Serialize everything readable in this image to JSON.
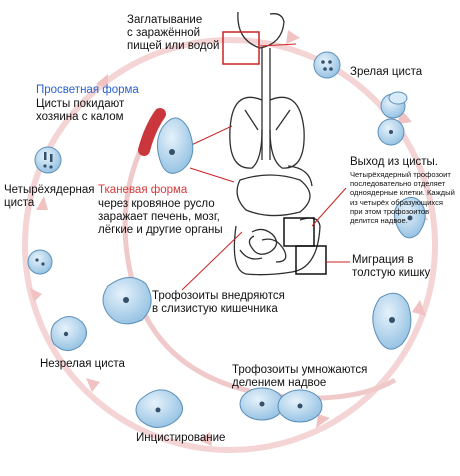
{
  "labels": {
    "swallow": "Заглатывание\nс заражённой\nпищей или водой",
    "mature_cyst": "Зрелая циста",
    "luminal_title": "Просветная форма",
    "luminal_text": "Цисты покидают\nхозяина с калом",
    "tissue_title": "Тканевая форма",
    "tissue_text": "через кровяное русло\nзаражает печень, мозг,\nлёгкие и другие органы",
    "four_nucleus_cyst": "Четырёхядерная\nциста",
    "excyst_title": "Выход из цисты.",
    "excyst_text": "Четырёхядерный трофозоит\nпоследовательно отделяет\nодноядерные клетки. Каждый\nиз четырёх образующихся\nпри этом трофозоитов\nделится надвое.",
    "migration": "Миграция в\nтолстую кишку",
    "invade": "Трофозоиты внедряются\nв слизистую кишечника",
    "immature_cyst": "Незрелая циста",
    "multiply": "Трофозоиты умножаются\nделением надвое",
    "encyst": "Инцистирование"
  },
  "colors": {
    "cycle": "#f2d0d0",
    "arrow": "#c73a3a",
    "cell_fill": "#b9d8ef",
    "cell_stroke": "#5c8fb8",
    "anatomy": "#333333",
    "highlight_box": "#cc2222",
    "luminal": "#2a62c9",
    "tissue": "#d43a3a"
  }
}
